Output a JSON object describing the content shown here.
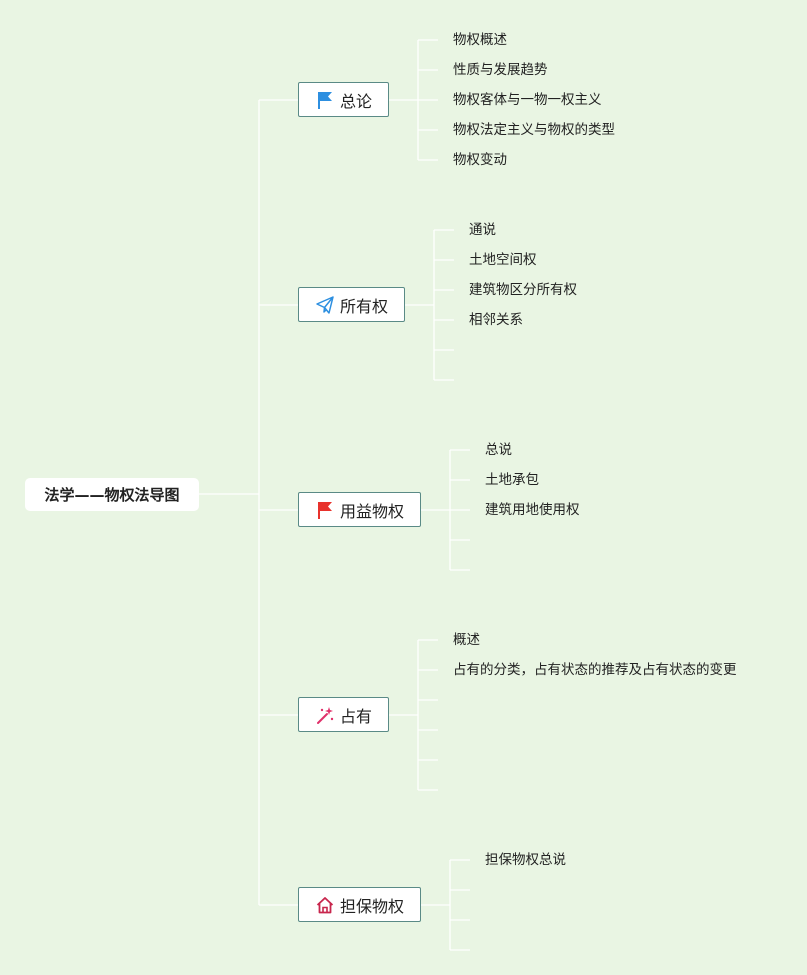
{
  "root": {
    "title": "法学——物权法导图"
  },
  "topics": [
    {
      "label": "总论",
      "icon": "flag-icon",
      "icon_color": "#2d8fe0",
      "subtopics": [
        "物权概述",
        "性质与发展趋势",
        "物权客体与一物一权主义",
        "物权法定主义与物权的类型",
        "物权变动"
      ]
    },
    {
      "label": "所有权",
      "icon": "paper-plane-icon",
      "icon_color": "#2d8fe0",
      "subtopics": [
        "通说",
        "土地空间权",
        "建筑物区分所有权",
        "相邻关系",
        "",
        ""
      ]
    },
    {
      "label": "用益物权",
      "icon": "flag-icon",
      "icon_color": "#e8322c",
      "subtopics": [
        "总说",
        "土地承包",
        "建筑用地使用权",
        "",
        ""
      ]
    },
    {
      "label": "占有",
      "icon": "magic-wand-icon",
      "icon_color": "#e0306a",
      "subtopics": [
        "概述",
        "占有的分类，占有状态的推荐及占有状态的变更",
        "",
        "",
        "",
        ""
      ]
    },
    {
      "label": "担保物权",
      "icon": "home-icon",
      "icon_color": "#c8264d",
      "subtopics": [
        "担保物权总说",
        "",
        "",
        ""
      ]
    }
  ]
}
